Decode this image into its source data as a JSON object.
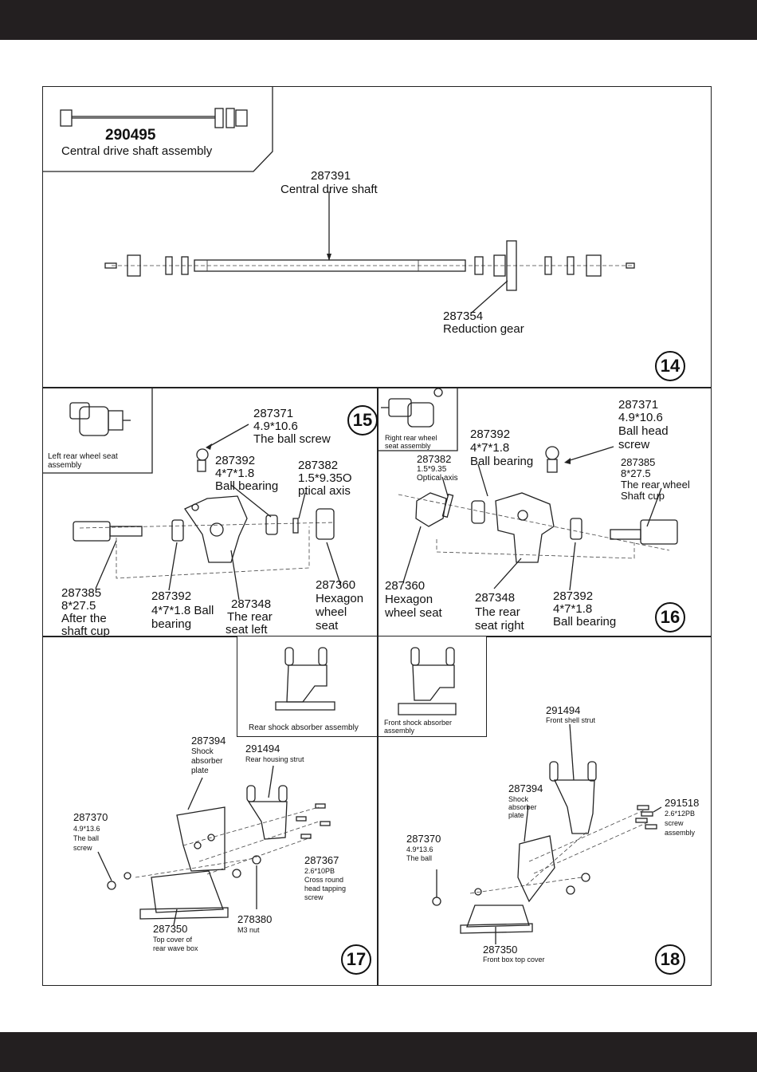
{
  "panel14": {
    "inset_part_number": "290495",
    "inset_caption": "Central drive shaft assembly",
    "shaft_number": "287391",
    "shaft_name": "Central drive shaft",
    "gear_number": "287354",
    "gear_name": "Reduction gear",
    "step": "14"
  },
  "panel15": {
    "inset_caption_1": "Left rear wheel seat",
    "inset_caption_2": "assembly",
    "screw_number": "287371",
    "screw_size": "4.9*10.6",
    "screw_name": "The ball screw",
    "bearing_top_number": "287392",
    "bearing_top_size": "4*7*1.8",
    "bearing_top_name": "Ball bearing",
    "axis_number": "287382",
    "axis_size": "1.5*9.35O",
    "axis_name": "ptical axis",
    "cup_number": "287385",
    "cup_size": "8*27.5",
    "cup_name_1": "After the",
    "cup_name_2": "shaft cup",
    "bearing_bottom_number": "287392",
    "bearing_bottom_line1": "4*7*1.8 Ball",
    "bearing_bottom_line2": "bearing",
    "seat_number": "287348",
    "seat_name_1": "The rear",
    "seat_name_2": "seat left",
    "hex_number": "287360",
    "hex_name_1": "Hexagon",
    "hex_name_2": "wheel",
    "hex_name_3": "seat",
    "step": "15"
  },
  "panel16": {
    "inset_caption_1": "Right rear wheel",
    "inset_caption_2": "seat assembly",
    "axis_number": "287382",
    "axis_size": "1.5*9.35",
    "axis_name": "Optical axis",
    "bearing_top_number": "287392",
    "bearing_top_size": "4*7*1.8",
    "bearing_top_name": "Ball bearing",
    "screw_number": "287371",
    "screw_size": "4.9*10.6",
    "screw_name_1": "Ball head",
    "screw_name_2": "screw",
    "cup_number": "287385",
    "cup_size": "8*27.5",
    "cup_name_1": "The rear wheel",
    "cup_name_2": "Shaft cup",
    "hex_number": "287360",
    "hex_name_1": "Hexagon",
    "hex_name_2": "wheel seat",
    "seat_number": "287348",
    "seat_name_1": "The rear",
    "seat_name_2": "seat right",
    "bearing_bottom_number": "287392",
    "bearing_bottom_size": "4*7*1.8",
    "bearing_bottom_name": "Ball bearing",
    "step": "16"
  },
  "panel17": {
    "inset_caption": "Rear shock absorber assembly",
    "plate_number": "287394",
    "plate_name_1": "Shock",
    "plate_name_2": "absorber",
    "plate_name_3": "plate",
    "strut_number": "291494",
    "strut_name": "Rear housing strut",
    "ball_number": "287370",
    "ball_size": "4.9*13.6",
    "ball_name_1": "The ball",
    "ball_name_2": "screw",
    "screw_number": "287367",
    "screw_size": "2.6*10PB",
    "screw_name_1": "Cross round",
    "screw_name_2": "head tapping",
    "screw_name_3": "screw",
    "nut_number": "278380",
    "nut_name": "M3 nut",
    "cover_number": "287350",
    "cover_name_1": "Top cover of",
    "cover_name_2": "rear wave box",
    "step": "17"
  },
  "panel18": {
    "inset_caption_1": "Front shock absorber",
    "inset_caption_2": "assembly",
    "strut_number": "291494",
    "strut_name": "Front shell strut",
    "plate_number": "287394",
    "plate_name_1": "Shock",
    "plate_name_2": "absorber",
    "plate_name_3": "plate",
    "screw_number": "291518",
    "screw_size": "2.6*12PB",
    "screw_name_1": "screw",
    "screw_name_2": "assembly",
    "ball_number": "287370",
    "ball_size": "4.9*13.6",
    "ball_name": "The ball",
    "cover_number": "287350",
    "cover_name": "Front box top cover",
    "step": "18"
  }
}
